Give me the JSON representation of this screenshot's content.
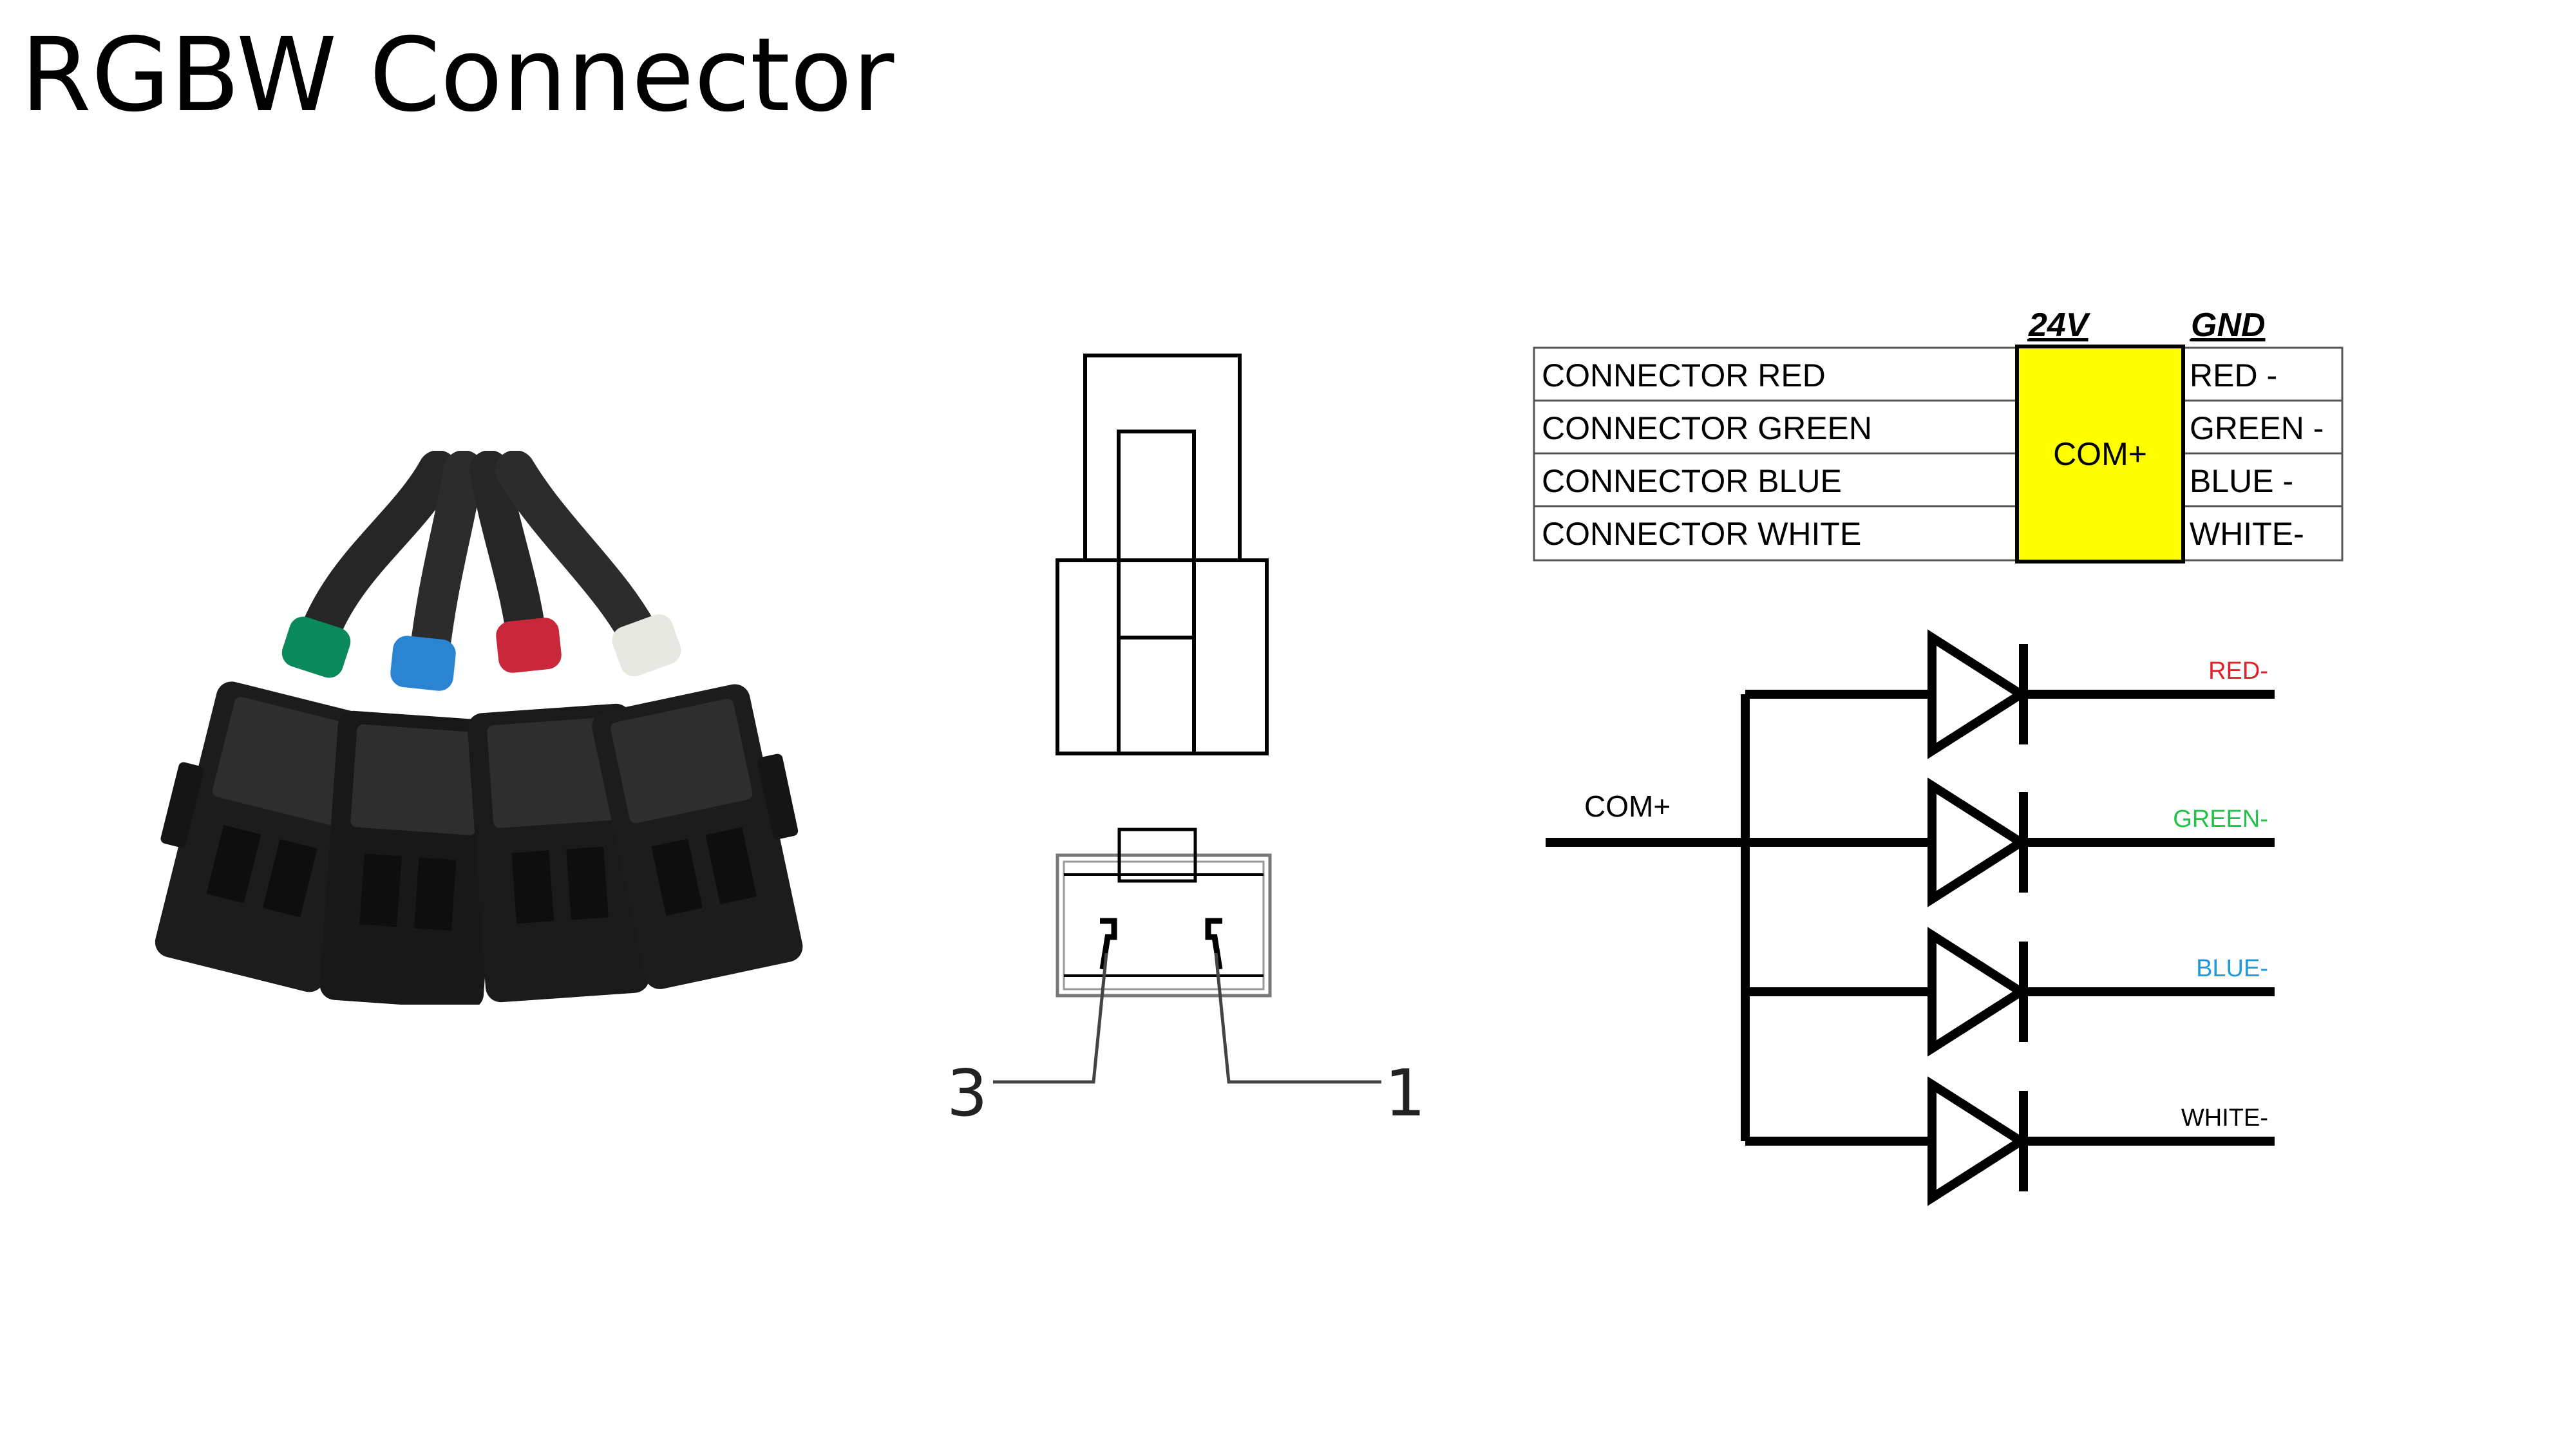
{
  "title": "RGBW Connector",
  "colors": {
    "green_band": "#0a8a5a",
    "blue_band": "#2a84d2",
    "red_band": "#c8283a",
    "white_band": "#e8e8e2",
    "connector_body": "#1a1a1a",
    "com_fill": "#ffff00",
    "red_label": "#e0202a",
    "green_label": "#22c24a",
    "blue_label": "#1f9ae0",
    "white_label": "#000000"
  },
  "connector_drawing": {
    "pin_left": "3",
    "pin_right": "1"
  },
  "table": {
    "header_24v": "24V",
    "header_gnd": "GND",
    "com_label": "COM+",
    "rows": [
      {
        "name": "CONNECTOR RED",
        "gnd": "RED -"
      },
      {
        "name": "CONNECTOR GREEN",
        "gnd": "GREEN -"
      },
      {
        "name": "CONNECTOR BLUE",
        "gnd": "BLUE -"
      },
      {
        "name": "CONNECTOR WHITE",
        "gnd": "WHITE-"
      }
    ]
  },
  "circuit": {
    "com_label": "COM+",
    "outputs": [
      {
        "label": "RED-",
        "color": "#e0202a"
      },
      {
        "label": "GREEN-",
        "color": "#22c24a"
      },
      {
        "label": "BLUE-",
        "color": "#1f9ae0"
      },
      {
        "label": "WHITE-",
        "color": "#000000"
      }
    ]
  }
}
